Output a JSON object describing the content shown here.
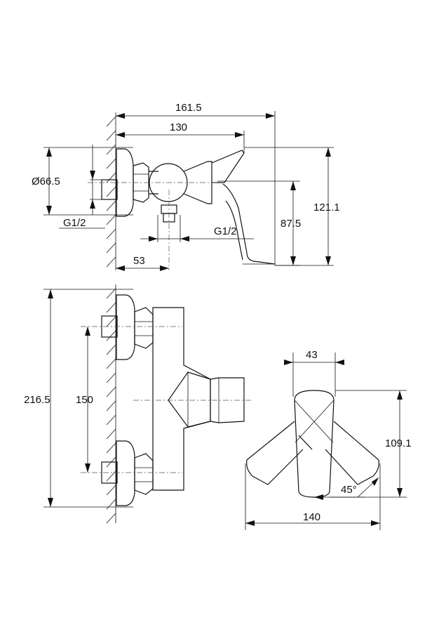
{
  "drawing": {
    "colors": {
      "line": "#111111",
      "background": "#ffffff"
    },
    "dimensions": {
      "overall_length": "161.5",
      "body_length": "130",
      "flange_diameter": "Ø66.5",
      "inlet_thread": "G1/2",
      "outlet_thread": "G1/2",
      "outlet_offset": "53",
      "lever_height": "87.5",
      "total_height": "121.1",
      "overall_height": "216.5",
      "inlet_spacing": "150",
      "lever_width": "43",
      "lever_length": "109.1",
      "lever_swing": "140",
      "lever_angle": "45°"
    }
  }
}
